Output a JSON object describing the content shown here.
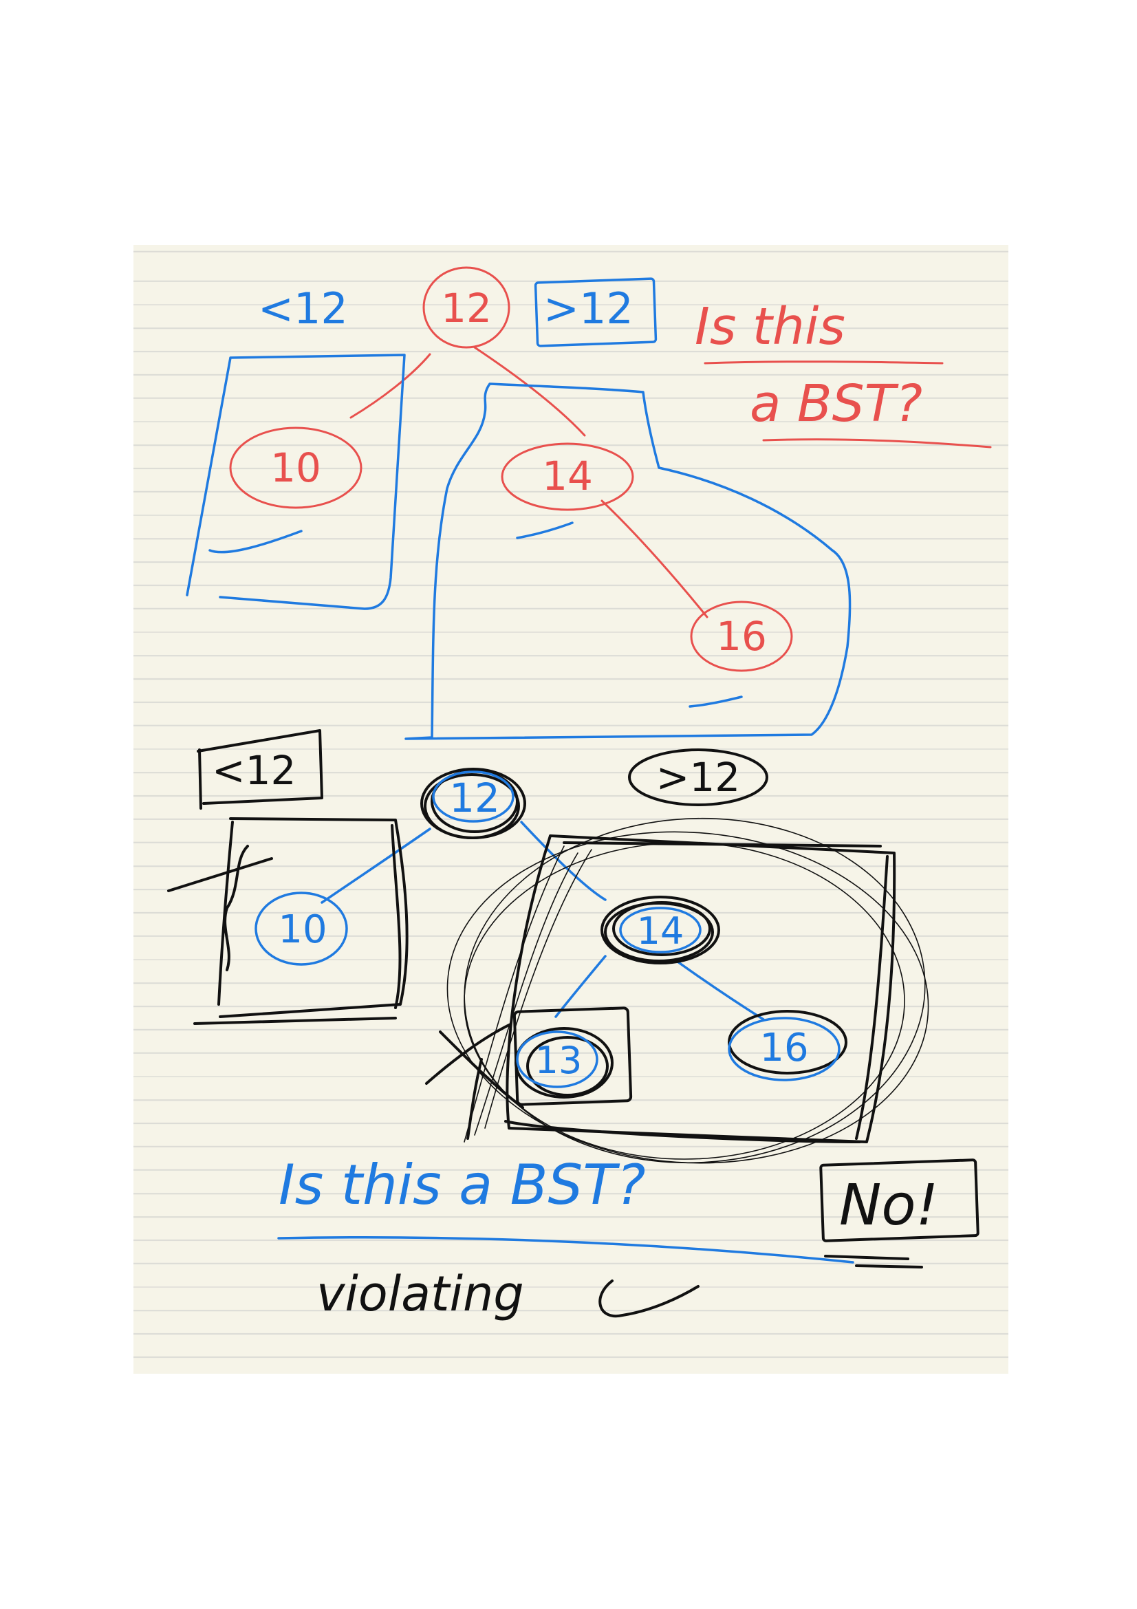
{
  "top_diagram": {
    "label_less": "<12",
    "root": "12",
    "label_greater": ">12",
    "question_line1": "Is this",
    "question_line2": "a BST?",
    "left_child": "10",
    "right_child": "14",
    "right_grandchild": "16"
  },
  "bottom_diagram": {
    "label_less": "<12",
    "label_greater": ">12",
    "root": "12",
    "left_child": "10",
    "right_child": "14",
    "right_left_child": "13",
    "right_right_child": "16",
    "question": "Is this a BST?",
    "answer": "No!",
    "note": "violating"
  },
  "colors": {
    "red_ink": "#e8504d",
    "blue_ink": "#1f7ae0",
    "black_ink": "#111111",
    "paper": "#f6f4e8"
  }
}
